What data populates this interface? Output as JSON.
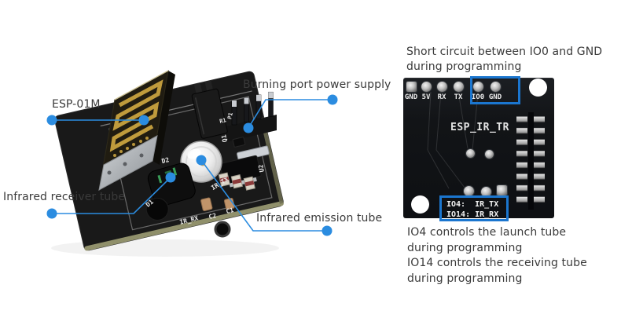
{
  "colors": {
    "background": "#ffffff",
    "accent_blue": "#2b8ce0",
    "highlight_box_blue": "#1b76cf",
    "annotation_text": "#3a3a3a",
    "pcb_black": "#141619",
    "silkscreen_white": "#eaeaea",
    "antenna_gold": "#c8a23f",
    "board_edge_olive": "#90906b"
  },
  "callouts": {
    "esp_module": "ESP-01M",
    "burning_port": "Burning port power supply",
    "ir_receiver": "Infrared receiver tube",
    "ir_emission": "Infrared emission tube"
  },
  "photo_board": {
    "labels": {
      "p1": "P1",
      "r1": "R1",
      "q1": "Q1",
      "u2": "U2",
      "d2": "D2",
      "d1": "D1",
      "ir_tx": "IR_TX",
      "ir_rx": "IR_RX",
      "c2": "C2",
      "c1": "C1"
    }
  },
  "pcb_back": {
    "note_top_line1": "Short circuit between IO0 and GND",
    "note_top_line2": "during programming",
    "pin_labels": [
      "GND",
      "5V",
      "RX",
      "TX",
      "IO0",
      "GND"
    ],
    "board_title": "ESP_IR_TR",
    "io_map_line1": "IO4:  IR_TX",
    "io_map_line2": "IO14: IR_RX",
    "note_bottom_line1": "IO4 controls the launch tube",
    "note_bottom_line2": "during programming",
    "note_bottom_line3": "IO14 controls the receiving tube",
    "note_bottom_line4": "during programming"
  }
}
